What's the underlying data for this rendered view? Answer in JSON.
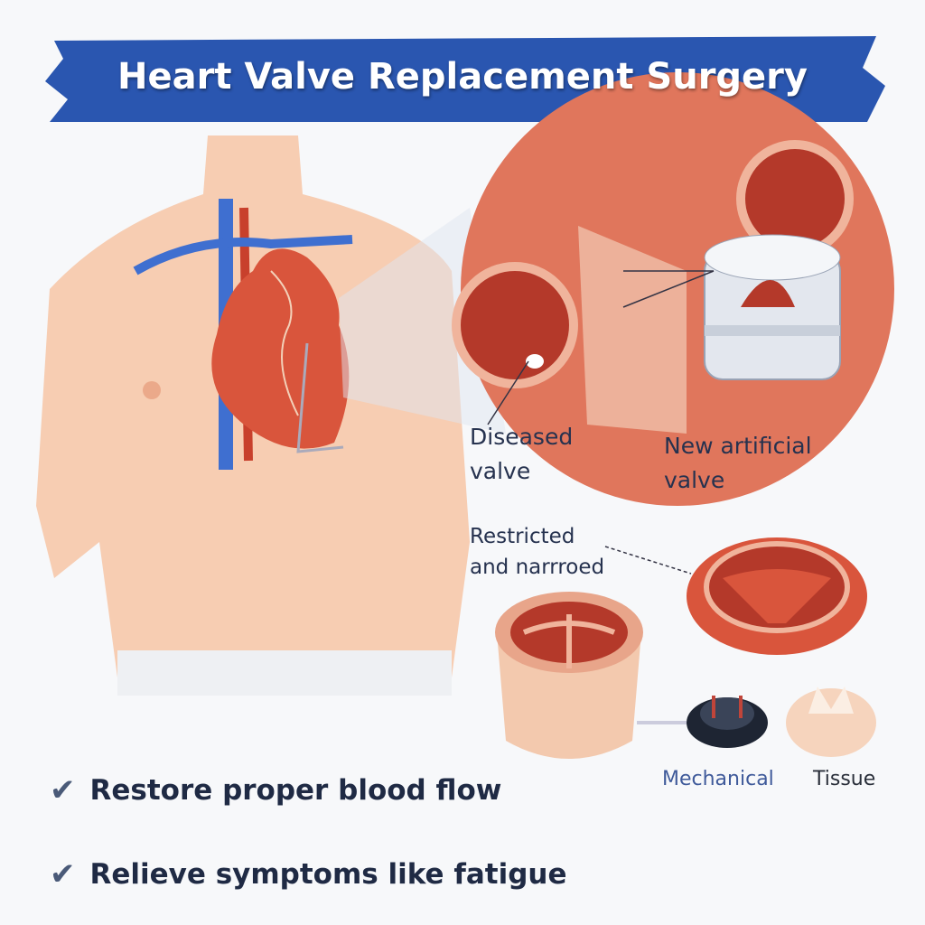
{
  "title": "Heart Valve Replacement Surgery",
  "labels": {
    "diseased_valve": [
      "Diseased",
      "valve"
    ],
    "new_valve": [
      "New artificial",
      "valve"
    ],
    "restricted": [
      "Restricted",
      "and narrroed"
    ],
    "mechanical": "Mechanical",
    "tissue": "Tissue"
  },
  "benefits": [
    {
      "icon": "checkmark-icon",
      "text": "Restore proper blood flow"
    },
    {
      "icon": "checkmark-icon",
      "text": "Relieve symptoms like fatigue"
    }
  ],
  "colors": {
    "banner": "#2a56b0",
    "tissue": "#d9553c",
    "skin": "#f6c8aa",
    "vessel_blue": "#3f6fd0"
  }
}
